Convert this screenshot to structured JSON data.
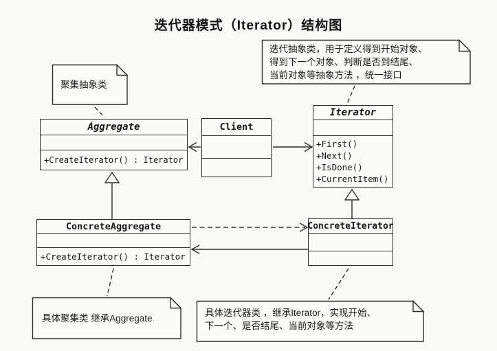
{
  "page": {
    "title": "迭代器模式（Iterator）结构图"
  },
  "classes": {
    "aggregate": {
      "name": "Aggregate",
      "methods": [
        "+CreateIterator() : Iterator"
      ]
    },
    "client": {
      "name": "Client"
    },
    "iterator": {
      "name": "Iterator",
      "methods": [
        "+First()",
        "+Next()",
        "+IsDone()",
        "+CurrentItem()"
      ]
    },
    "concrete_aggregate": {
      "name": "ConcreteAggregate",
      "methods": [
        "+CreateIterator() : Iterator"
      ]
    },
    "concrete_iterator": {
      "name": "ConcreteIterator"
    }
  },
  "notes": {
    "aggregate_abstract": {
      "lines": [
        "聚集抽象类"
      ]
    },
    "iterator_abstract": {
      "lines": [
        "迭代抽象类，用于定义得到开始对象、",
        "得到下一个对象、判断是否到结尾、",
        "当前对象等抽象方法 ，统一接口"
      ]
    },
    "concrete_aggregate": {
      "lines": [
        "具体聚集类 继承Aggregate"
      ]
    },
    "concrete_iterator": {
      "lines": [
        "具体迭代器类 ，继承Iterator，实现开始、",
        "下一个、是否结尾、当前对象等方法"
      ]
    }
  },
  "colors": {
    "line": "#2e2d2b",
    "paper": "#faf9f5",
    "box_bg": "#fcfcf9"
  }
}
